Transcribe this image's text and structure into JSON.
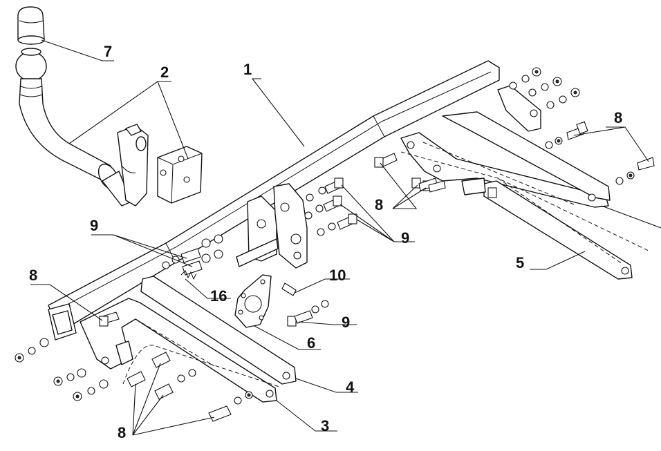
{
  "drawing": {
    "callouts": [
      {
        "id": "c1",
        "text": "1"
      },
      {
        "id": "c2",
        "text": "2"
      },
      {
        "id": "c3",
        "text": "3"
      },
      {
        "id": "c4",
        "text": "4"
      },
      {
        "id": "c5",
        "text": "5"
      },
      {
        "id": "c6",
        "text": "6"
      },
      {
        "id": "c7",
        "text": "7"
      },
      {
        "id": "c8a",
        "text": "8"
      },
      {
        "id": "c8b",
        "text": "8"
      },
      {
        "id": "c8c",
        "text": "8"
      },
      {
        "id": "c8d",
        "text": "8"
      },
      {
        "id": "c9a",
        "text": "9"
      },
      {
        "id": "c9b",
        "text": "9"
      },
      {
        "id": "c9c",
        "text": "9"
      },
      {
        "id": "c10",
        "text": "10"
      },
      {
        "id": "c16",
        "text": "16"
      }
    ]
  }
}
